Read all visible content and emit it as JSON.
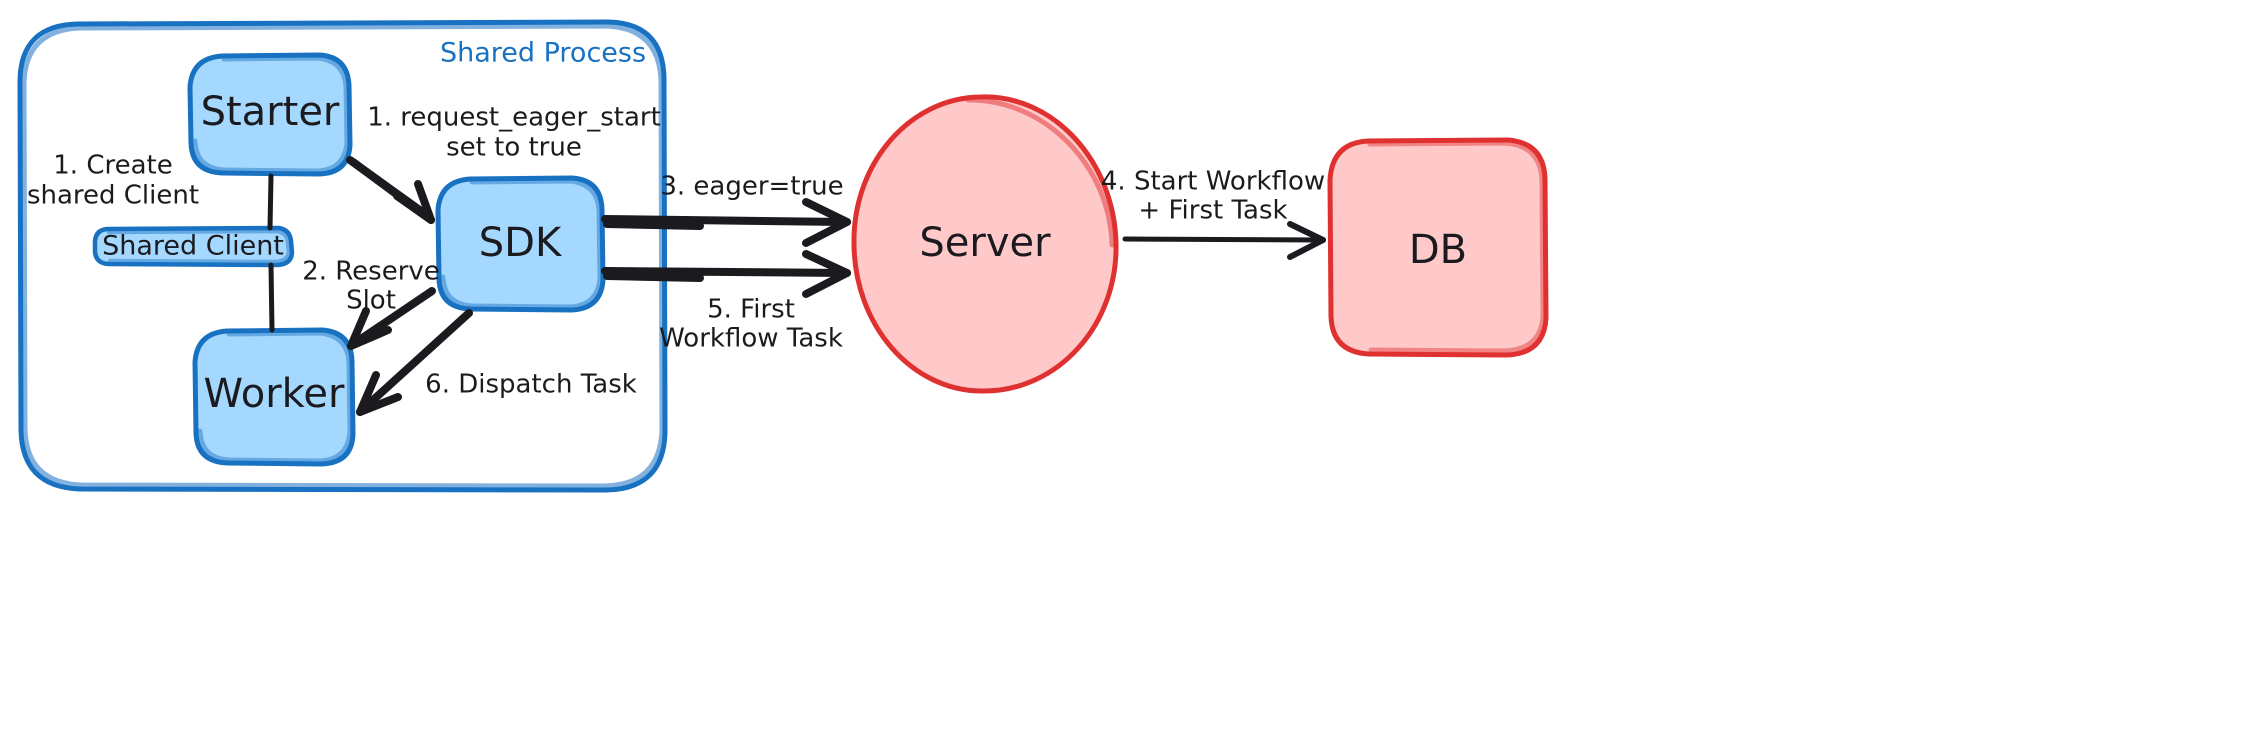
{
  "diagram": {
    "title_group": "Shared Process",
    "group_title_color": "#1971c2",
    "palette": {
      "blue_fill": "#a5d8ff",
      "blue_stroke": "#1971c2",
      "red_fill": "#ffc9c9",
      "red_stroke": "#e03131",
      "ink": "#1b1b1f",
      "background": "#ffffff"
    },
    "nodes": {
      "starter": "Starter",
      "shared_client": "Shared Client",
      "worker": "Worker",
      "sdk": "SDK",
      "server": "Server",
      "db": "DB"
    },
    "edge_labels": {
      "create_shared_client_l1": "1. Create",
      "create_shared_client_l2": "shared Client",
      "request_eager_start_l1": "1. request_eager_start",
      "request_eager_start_l2": "set to true",
      "reserve_slot_l1": "2. Reserve",
      "reserve_slot_l2": "Slot",
      "eager_true": "3. eager=true",
      "start_workflow_l1": "4. Start Workflow",
      "start_workflow_l2": "+ First Task",
      "first_workflow_task_l1": "5. First",
      "first_workflow_task_l2": "Workflow Task",
      "dispatch_task": "6. Dispatch Task"
    }
  }
}
